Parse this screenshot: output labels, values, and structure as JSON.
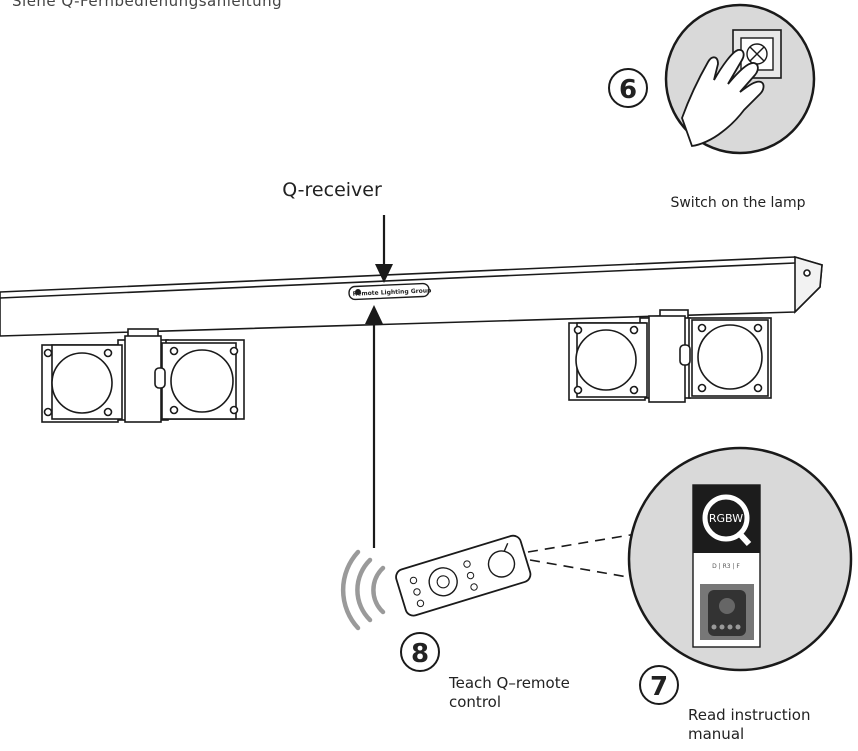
{
  "header": {
    "clipped_text": "Siehe Q-Fernbedienungsanleitung"
  },
  "labels": {
    "receiver": "Q-receiver",
    "receiver_strip": "Remote Lighting Group"
  },
  "steps": [
    {
      "number": "6",
      "caption_line1": "Switch on the lamp",
      "caption_line2": ""
    },
    {
      "number": "7",
      "caption_line1": "Read  instruction",
      "caption_line2": "manual"
    },
    {
      "number": "8",
      "caption_line1": "Teach  Q–remote",
      "caption_line2": "control"
    }
  ],
  "manual": {
    "badge": "RGBW",
    "small_text": "D | R3 | F"
  },
  "colors": {
    "line": "#1a1a1a",
    "circle_fill": "#d9d9d9",
    "manual_dark": "#1c1c1c",
    "signal": "#9a9a9a"
  }
}
